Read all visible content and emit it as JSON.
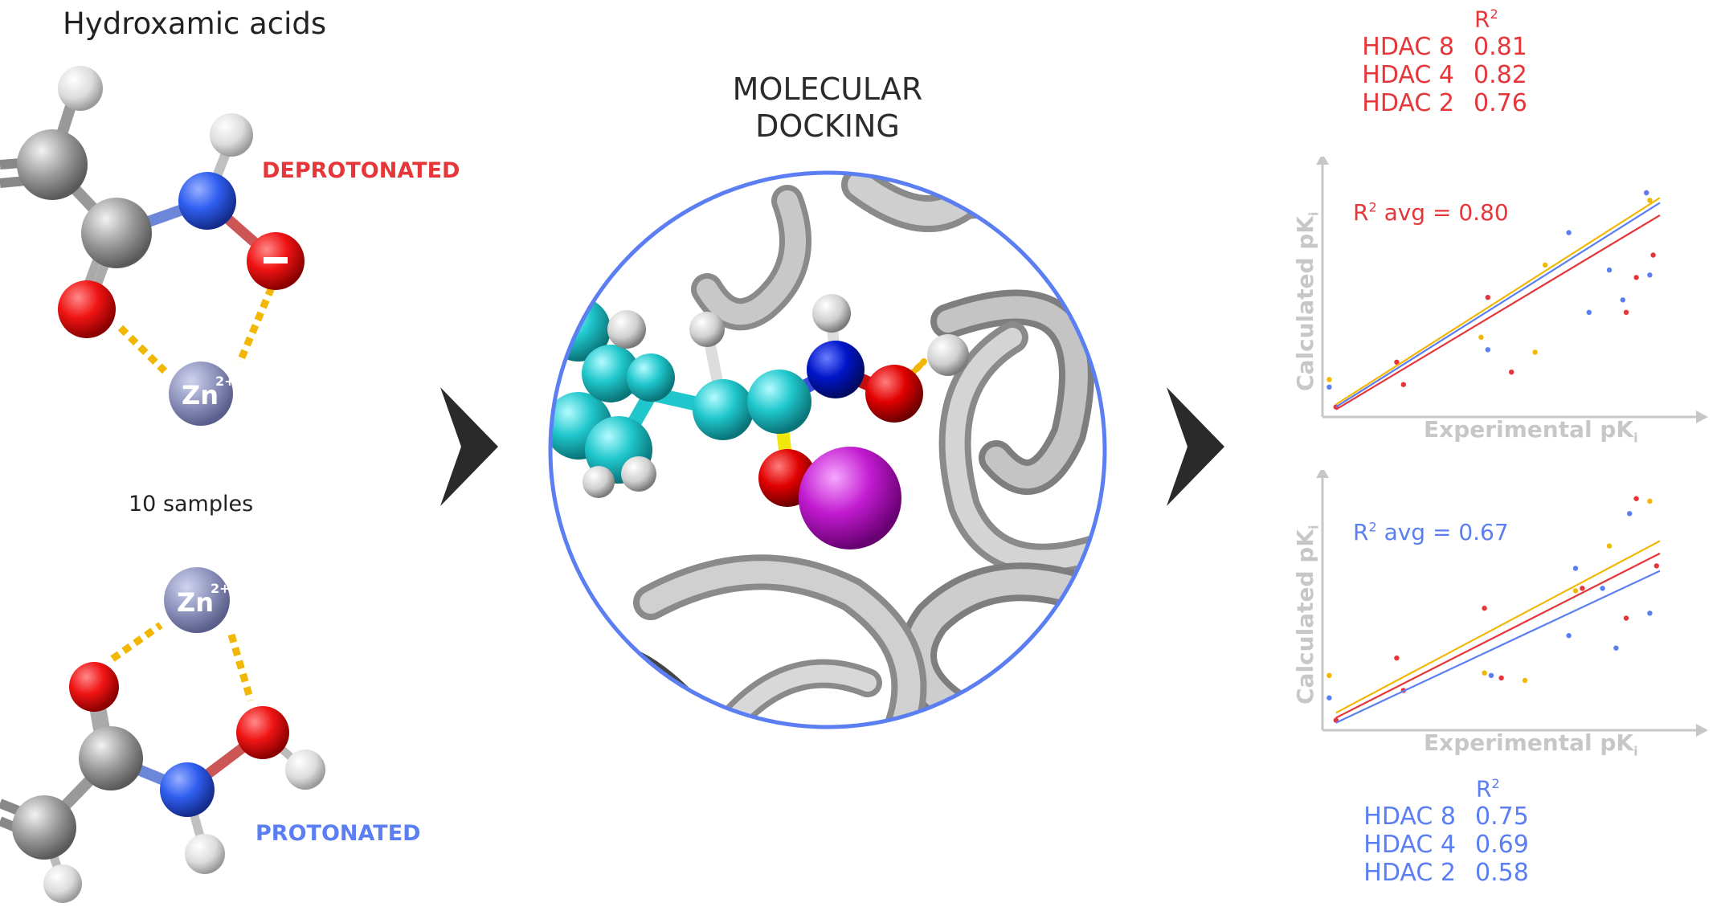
{
  "left": {
    "title": "Hydroxamic acids",
    "deprotonated_label": "DEPROTONATED",
    "protonated_label": "PROTONATED",
    "samples_label": "10 samples",
    "zn_label": "Zn",
    "zn_charge": "2+",
    "minus": "–"
  },
  "center": {
    "line1": "MOLECULAR",
    "line2": "DOCKING"
  },
  "colors": {
    "red": "#e5373a",
    "blue": "#5b7ef2",
    "yellow": "#f2b705",
    "gray_axis": "#c7c7c7",
    "zn": "#8f94bd",
    "cyan": "#1fc7cc",
    "magenta": "#c21bd0",
    "frame": "#5b7ef2"
  },
  "table_top": {
    "header": "R",
    "header_sup": "2",
    "rows": [
      {
        "name": "HDAC 8",
        "value": "0.81"
      },
      {
        "name": "HDAC 4",
        "value": "0.82"
      },
      {
        "name": "HDAC 2",
        "value": "0.76"
      }
    ]
  },
  "table_bottom": {
    "header": "R",
    "header_sup": "2",
    "rows": [
      {
        "name": "HDAC 8",
        "value": "0.75"
      },
      {
        "name": "HDAC 4",
        "value": "0.69"
      },
      {
        "name": "HDAC 2",
        "value": "0.58"
      }
    ]
  },
  "chart_data": [
    {
      "type": "scatter",
      "title": "",
      "annotation_prefix": "R",
      "annotation_sup": "2",
      "annotation_rest": "avg = 0.80",
      "xlabel": "Experimental pK",
      "xlabel_sub": "i",
      "ylabel": "Calculated pK",
      "ylabel_sub": "i",
      "xlim": [
        0,
        1
      ],
      "ylim": [
        0,
        1
      ],
      "series": [
        {
          "color": "#e5373a",
          "points": [
            [
              0.04,
              0.04
            ],
            [
              0.22,
              0.22
            ],
            [
              0.24,
              0.13
            ],
            [
              0.49,
              0.48
            ],
            [
              0.56,
              0.18
            ],
            [
              0.9,
              0.42
            ],
            [
              0.93,
              0.56
            ],
            [
              0.96,
              0.9
            ],
            [
              0.98,
              0.65
            ]
          ],
          "fit": [
            [
              0.04,
              0.03
            ],
            [
              1.0,
              0.81
            ]
          ]
        },
        {
          "color": "#5b7ef2",
          "points": [
            [
              0.02,
              0.12
            ],
            [
              0.49,
              0.27
            ],
            [
              0.73,
              0.74
            ],
            [
              0.79,
              0.42
            ],
            [
              0.85,
              0.59
            ],
            [
              0.89,
              0.47
            ],
            [
              0.96,
              0.9
            ],
            [
              0.97,
              0.57
            ]
          ],
          "fit": [
            [
              0.04,
              0.04
            ],
            [
              1.0,
              0.86
            ]
          ]
        },
        {
          "color": "#f2b705",
          "points": [
            [
              0.02,
              0.15
            ],
            [
              0.47,
              0.32
            ],
            [
              0.63,
              0.26
            ],
            [
              0.66,
              0.61
            ],
            [
              0.97,
              0.87
            ]
          ],
          "fit": [
            [
              0.04,
              0.05
            ],
            [
              1.0,
              0.88
            ]
          ]
        }
      ]
    },
    {
      "type": "scatter",
      "title": "",
      "annotation_prefix": "R",
      "annotation_sup": "2",
      "annotation_rest": "avg = 0.67",
      "xlabel": "Experimental pK",
      "xlabel_sub": "i",
      "ylabel": "Calculated pK",
      "ylabel_sub": "i",
      "xlim": [
        0,
        1
      ],
      "ylim": [
        0,
        1
      ],
      "series": [
        {
          "color": "#e5373a",
          "points": [
            [
              0.04,
              0.04
            ],
            [
              0.22,
              0.29
            ],
            [
              0.24,
              0.16
            ],
            [
              0.48,
              0.49
            ],
            [
              0.53,
              0.21
            ],
            [
              0.77,
              0.57
            ],
            [
              0.9,
              0.45
            ],
            [
              0.93,
              0.93
            ],
            [
              0.99,
              0.66
            ]
          ],
          "fit": [
            [
              0.04,
              0.05
            ],
            [
              1.0,
              0.71
            ]
          ]
        },
        {
          "color": "#5b7ef2",
          "points": [
            [
              0.02,
              0.13
            ],
            [
              0.5,
              0.22
            ],
            [
              0.73,
              0.38
            ],
            [
              0.75,
              0.65
            ],
            [
              0.83,
              0.57
            ],
            [
              0.87,
              0.33
            ],
            [
              0.91,
              0.87
            ],
            [
              0.97,
              0.47
            ]
          ],
          "fit": [
            [
              0.04,
              0.03
            ],
            [
              1.0,
              0.64
            ]
          ]
        },
        {
          "color": "#f2b705",
          "points": [
            [
              0.02,
              0.22
            ],
            [
              0.48,
              0.23
            ],
            [
              0.6,
              0.2
            ],
            [
              0.75,
              0.56
            ],
            [
              0.85,
              0.74
            ],
            [
              0.97,
              0.92
            ]
          ],
          "fit": [
            [
              0.04,
              0.07
            ],
            [
              1.0,
              0.76
            ]
          ]
        }
      ]
    }
  ]
}
